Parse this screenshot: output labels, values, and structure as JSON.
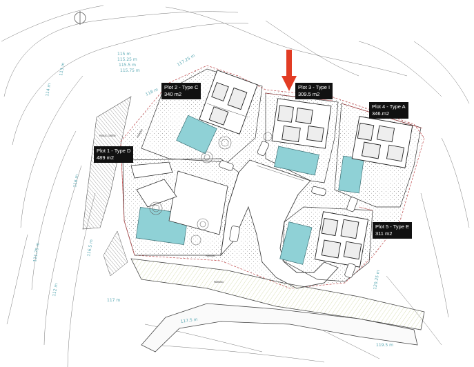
{
  "plots": [
    {
      "id": "plot-1",
      "title": "Plot 1 - Type D",
      "area": "489 m2"
    },
    {
      "id": "plot-2",
      "title": "Plot 2 - Type C",
      "area": "340 m2"
    },
    {
      "id": "plot-3",
      "title": "Plot 3 - Type I",
      "area": "309.5 m2"
    },
    {
      "id": "plot-4",
      "title": "Plot 4 - Type A",
      "area": "346.m2"
    },
    {
      "id": "plot-5",
      "title": "Plot 5 - Type E",
      "area": "311 m2"
    }
  ],
  "contour_labels": [
    "115 m",
    "115.25 m",
    "115.5 m",
    "115.75 m",
    "116 m",
    "116.5 m",
    "117 m",
    "117.25 m",
    "117.5 m",
    "118 m",
    "119.5 m",
    "120.25 m",
    "113 m",
    "114 m",
    "111.75 m",
    "112 m"
  ],
  "small_labels": [
    "PUBLIC GREEN",
    "PARKING",
    "PARKING",
    "PARKING"
  ],
  "colors": {
    "pool": "#8fd1d6",
    "arrow": "#e23c24",
    "contour": "#5ba9b4",
    "road": "#f7f7f7",
    "hatch": "#cfd7a4"
  }
}
